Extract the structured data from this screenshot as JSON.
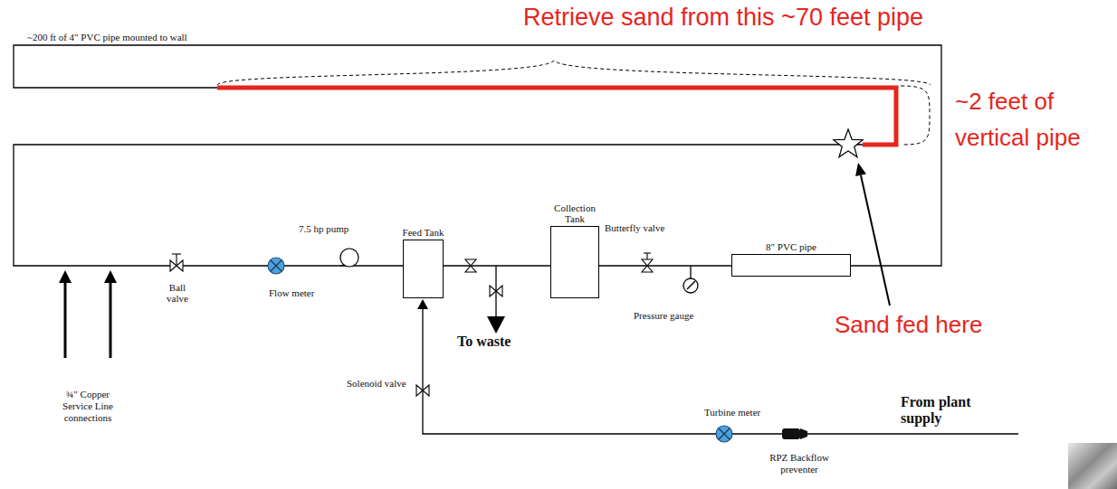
{
  "diagram": {
    "nodes": [
      {
        "text": [
          "Feed Tank"
        ]
      },
      {
        "text": [
          "Collection Tank"
        ]
      },
      {
        "text": [
          "8\" PVC pipe"
        ]
      }
    ],
    "edges": [
      {
        "from": 0,
        "to": 1,
        "arrow": "none"
      },
      {
        "from": 1,
        "to": 2,
        "arrow": "none"
      }
    ],
    "labels": [
      "~200 ft of 4\" PVC pipe mounted to wall",
      "Retrieve sand from this ~70 feet pipe",
      "~2 feet of vertical pipe",
      "7.5 hp pump",
      "Ball valve",
      "Flow meter",
      "To waste",
      "Butterfly valve",
      "Pressure gauge",
      "Sand fed here",
      "¾\" Copper Service Line connections",
      "Solenoid valve",
      "Turbine meter",
      "From plant supply",
      "RPZ Backflow preventer"
    ]
  }
}
